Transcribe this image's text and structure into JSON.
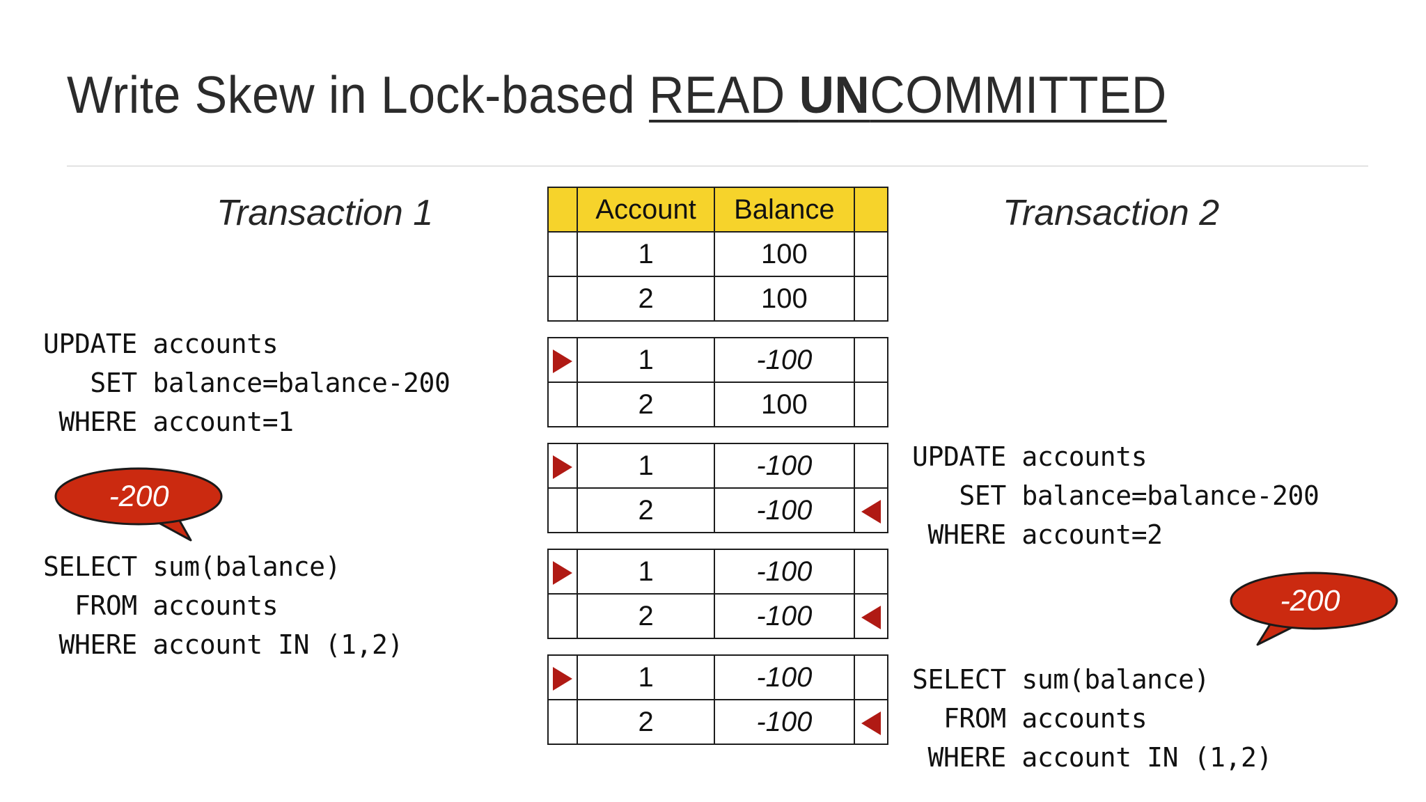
{
  "slide": {
    "title_parts": {
      "plain": "Write Skew in Lock-based ",
      "underlined_prefix": "READ ",
      "underlined_emph": "UN",
      "underlined_suffix": "COMMITTED"
    },
    "title_full": "Write Skew in Lock-based READ UNCOMMITTED"
  },
  "columns": {
    "transaction1": {
      "heading": "Transaction 1",
      "update_sql": "UPDATE accounts\n   SET balance=balance-200\n WHERE account=1",
      "select_sql": "SELECT sum(balance)\n  FROM accounts\n WHERE account IN (1,2)",
      "bubble_label": "-200"
    },
    "transaction2": {
      "heading": "Transaction 2",
      "update_sql": "UPDATE accounts\n   SET balance=balance-200\n WHERE account=2",
      "select_sql": "SELECT sum(balance)\n  FROM accounts\n WHERE account IN (1,2)",
      "bubble_label": "-200"
    }
  },
  "table": {
    "headers": {
      "marker_left": "",
      "account": "Account",
      "balance": "Balance",
      "marker_right": ""
    },
    "snapshots": [
      {
        "show_header": true,
        "rows": [
          {
            "marker_left": "none",
            "account": "1",
            "balance": "100",
            "balance_negative": false,
            "marker_right": "none"
          },
          {
            "marker_left": "none",
            "account": "2",
            "balance": "100",
            "balance_negative": false,
            "marker_right": "none"
          }
        ]
      },
      {
        "show_header": false,
        "rows": [
          {
            "marker_left": "triangle-right",
            "account": "1",
            "balance": "-100",
            "balance_negative": true,
            "marker_right": "none"
          },
          {
            "marker_left": "none",
            "account": "2",
            "balance": "100",
            "balance_negative": false,
            "marker_right": "none"
          }
        ]
      },
      {
        "show_header": false,
        "rows": [
          {
            "marker_left": "triangle-right",
            "account": "1",
            "balance": "-100",
            "balance_negative": true,
            "marker_right": "none"
          },
          {
            "marker_left": "none",
            "account": "2",
            "balance": "-100",
            "balance_negative": true,
            "marker_right": "triangle-left"
          }
        ]
      },
      {
        "show_header": false,
        "rows": [
          {
            "marker_left": "triangle-right",
            "account": "1",
            "balance": "-100",
            "balance_negative": true,
            "marker_right": "none"
          },
          {
            "marker_left": "none",
            "account": "2",
            "balance": "-100",
            "balance_negative": true,
            "marker_right": "triangle-left"
          }
        ]
      },
      {
        "show_header": false,
        "rows": [
          {
            "marker_left": "triangle-right",
            "account": "1",
            "balance": "-100",
            "balance_negative": true,
            "marker_right": "none"
          },
          {
            "marker_left": "none",
            "account": "2",
            "balance": "-100",
            "balance_negative": true,
            "marker_right": "triangle-left"
          }
        ]
      }
    ]
  },
  "colors": {
    "header_yellow": "#F6D32B",
    "marker_red": "#B01A14",
    "bubble_red": "#CB2A10",
    "bubble_outline": "#1a1a1a",
    "rule_gray": "#C9C9C9",
    "text_dark": "#111111"
  }
}
